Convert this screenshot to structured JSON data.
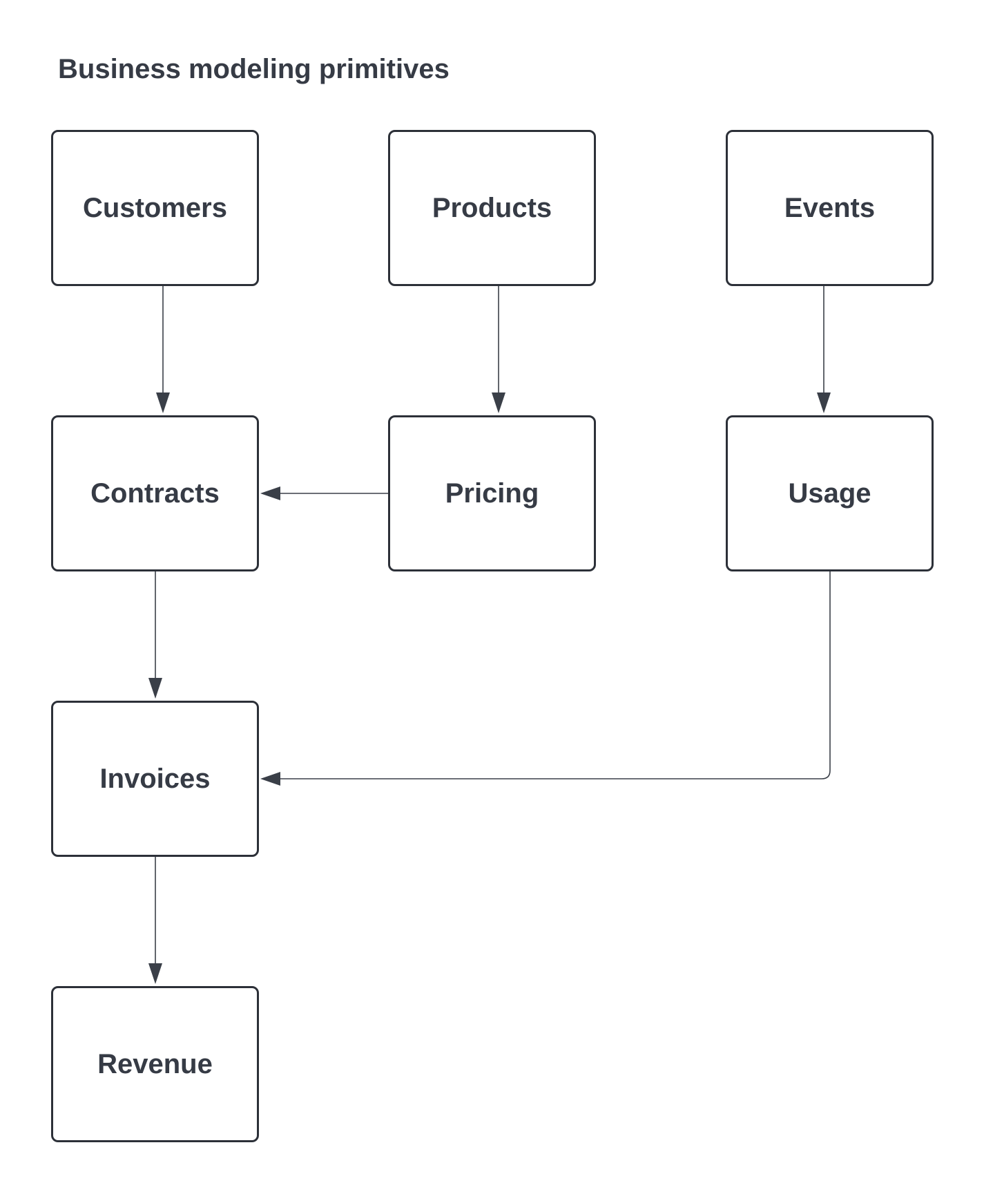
{
  "diagram": {
    "title": "Business modeling primitives",
    "nodes": [
      {
        "id": "customers",
        "label": "Customers"
      },
      {
        "id": "products",
        "label": "Products"
      },
      {
        "id": "events",
        "label": "Events"
      },
      {
        "id": "contracts",
        "label": "Contracts"
      },
      {
        "id": "pricing",
        "label": "Pricing"
      },
      {
        "id": "usage",
        "label": "Usage"
      },
      {
        "id": "invoices",
        "label": "Invoices"
      },
      {
        "id": "revenue",
        "label": "Revenue"
      }
    ],
    "edges": [
      {
        "from": "customers",
        "to": "contracts"
      },
      {
        "from": "products",
        "to": "pricing"
      },
      {
        "from": "events",
        "to": "usage"
      },
      {
        "from": "pricing",
        "to": "contracts"
      },
      {
        "from": "contracts",
        "to": "invoices"
      },
      {
        "from": "usage",
        "to": "invoices"
      },
      {
        "from": "invoices",
        "to": "revenue"
      }
    ],
    "colors": {
      "text": "#363b45",
      "border": "#2c3038",
      "edge": "#3a3f48",
      "background": "#ffffff"
    }
  }
}
